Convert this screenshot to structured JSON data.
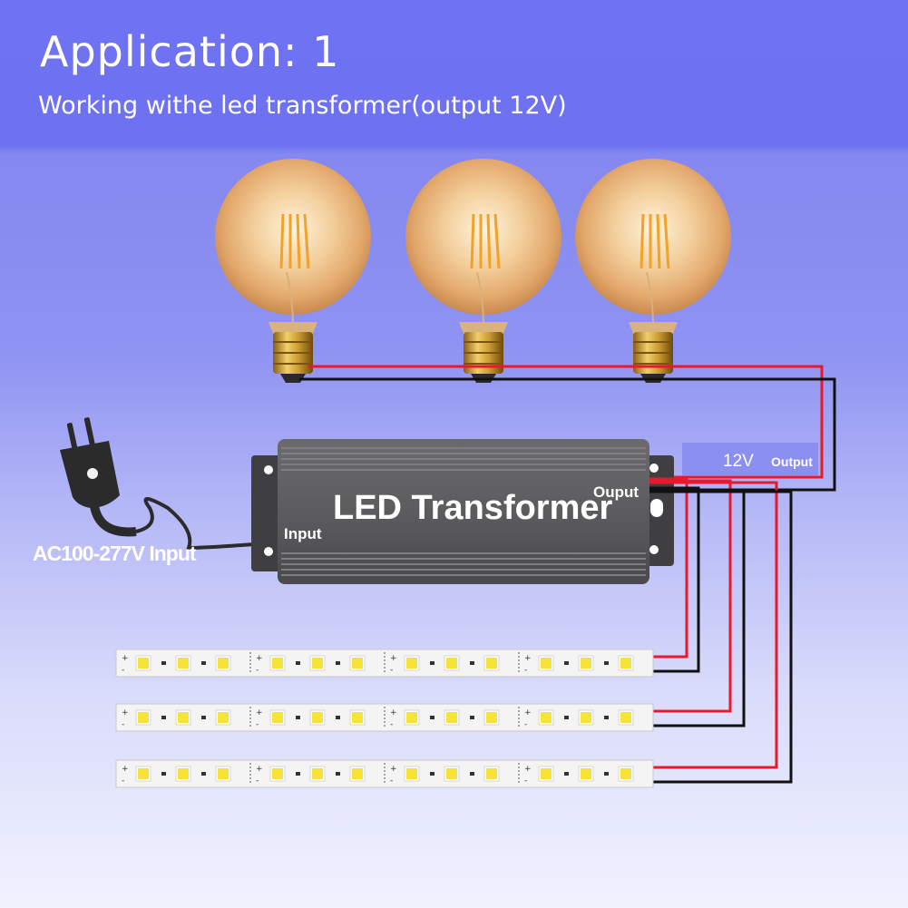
{
  "header": {
    "title": "Application: 1",
    "subtitle": "Working withe led transformer(output 12V)"
  },
  "transformer": {
    "label": "LED Transformer",
    "input_label": "Input",
    "output_label": "Ouput"
  },
  "power": {
    "ac_label": "AC100-277V Input"
  },
  "output_side": {
    "voltage_label": "12V",
    "output_label": "Output"
  },
  "bulbs": {
    "count": 3
  },
  "strips": {
    "count": 3,
    "segments_per_strip": 4,
    "leds_per_segment": 3
  },
  "colors": {
    "background_top": "#6f72f2",
    "background_bottom": "#f1f2fe",
    "wire_positive": "#e8192c",
    "wire_negative": "#111111",
    "transformer_body": "#5e5e60",
    "bulb_glass": "#e7b27a",
    "bulb_base": "#c99a2e",
    "led_chip": "#f7e23a"
  },
  "icons": {
    "plug": "power-plug-icon",
    "bulb": "edison-bulb-icon",
    "strip": "led-strip-icon"
  }
}
